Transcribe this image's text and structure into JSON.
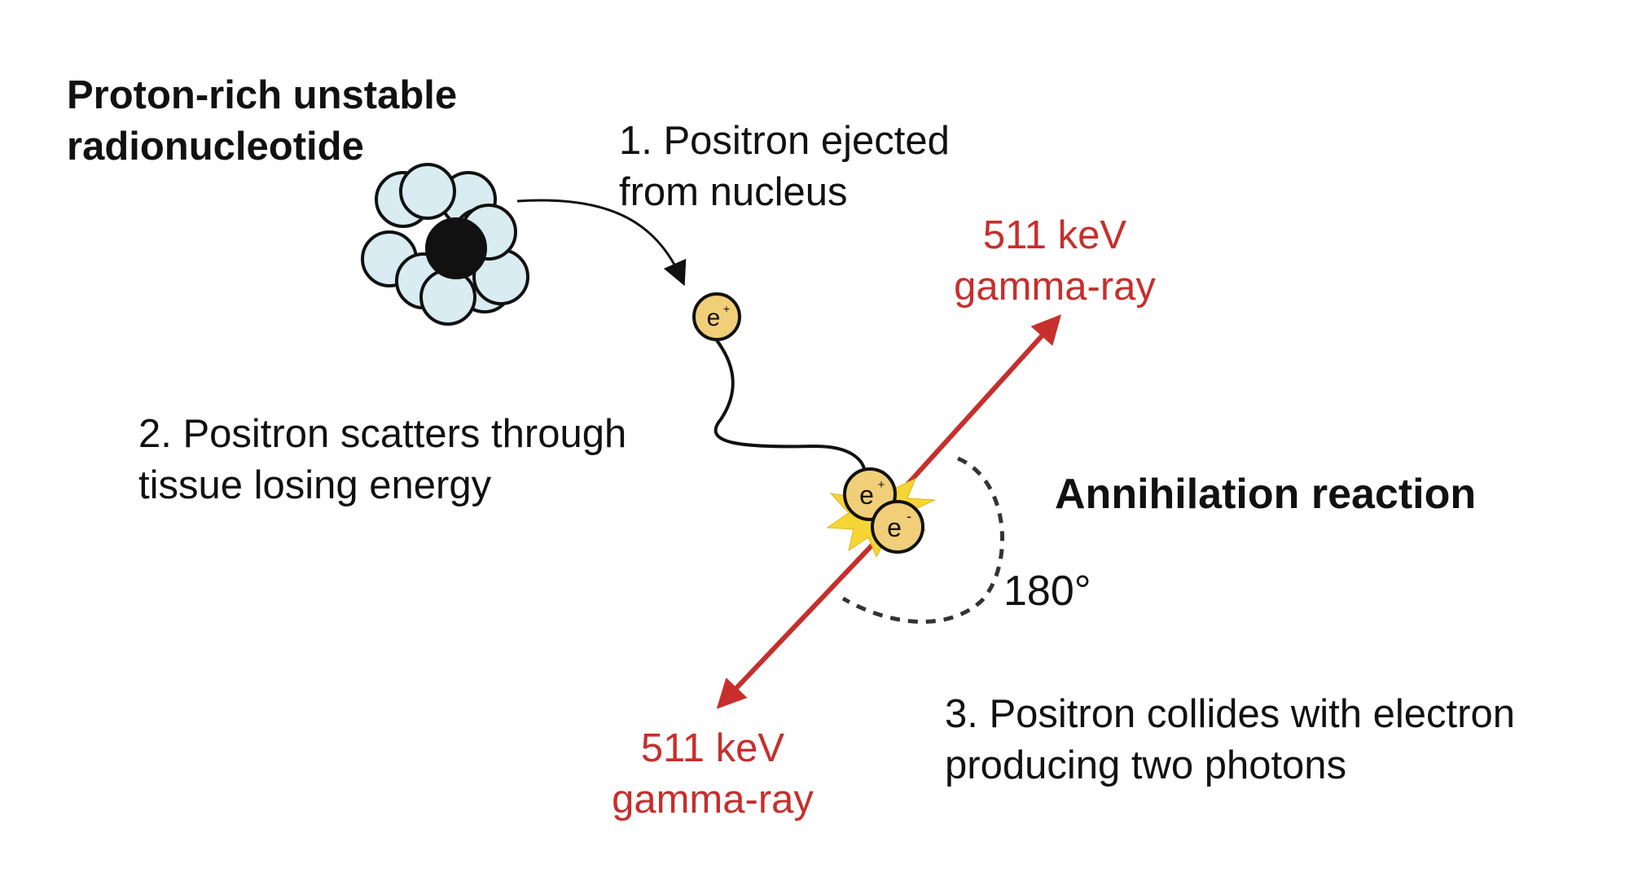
{
  "title": {
    "line1": "Proton-rich unstable",
    "line2": "radionucleotide"
  },
  "step1": {
    "line1": "1. Positron ejected",
    "line2": "from nucleus"
  },
  "step2": {
    "line1": "2. Positron scatters through",
    "line2": "tissue losing energy"
  },
  "step3": {
    "line1": "3. Positron collides with electron",
    "line2": "producing  two photons"
  },
  "annihilation_label": "Annihilation reaction",
  "angle_label": "180°",
  "gamma_top": {
    "line1": "511 keV",
    "line2": "gamma-ray"
  },
  "gamma_bottom": {
    "line1": "511 keV",
    "line2": "gamma-ray"
  },
  "particles": {
    "positron_symbol": "e",
    "positron_charge": "+",
    "electron_symbol": "e",
    "electron_charge": "-"
  },
  "colors": {
    "gamma_ray": "#c62f2c",
    "particle_fill": "#f1cf78",
    "nucleon_fill": "#d8ecf2",
    "nucleus_core": "#111111",
    "burst": "#f5d635"
  }
}
